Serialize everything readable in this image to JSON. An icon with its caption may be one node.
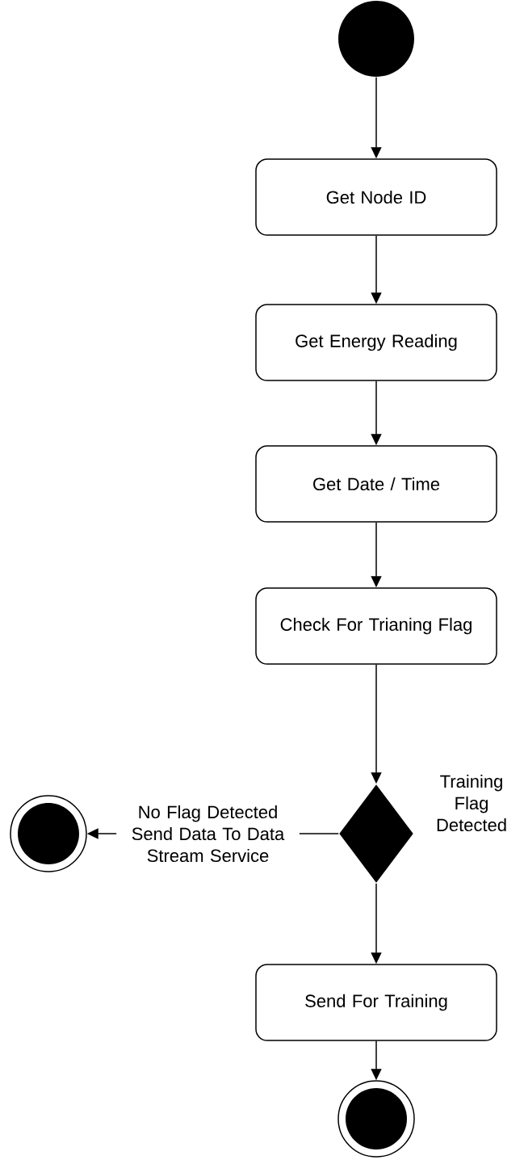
{
  "diagram": {
    "nodes": [
      {
        "text": [],
        "shape": "circle"
      },
      {
        "text": [
          "Get Node ID"
        ]
      },
      {
        "text": [
          "Get Energy Reading"
        ]
      },
      {
        "text": [
          "Get Date / Time"
        ]
      },
      {
        "text": [
          "Check For Trianing Flag"
        ]
      },
      {
        "text": [],
        "shape": "diamond",
        "beside": [
          "Training Flag Detected"
        ]
      },
      {
        "text": [],
        "shape": "circle"
      },
      {
        "text": [
          "Send For Training"
        ]
      },
      {
        "text": [],
        "shape": "circle"
      }
    ],
    "edges": [
      {
        "from": 0,
        "to": 1,
        "arrow": "to"
      },
      {
        "from": 1,
        "to": 2,
        "arrow": "to"
      },
      {
        "from": 2,
        "to": 3,
        "arrow": "to"
      },
      {
        "from": 3,
        "to": 4,
        "arrow": "to"
      },
      {
        "from": 4,
        "to": 5,
        "arrow": "to"
      },
      {
        "from": 5,
        "to": 6,
        "arrow": "to",
        "label": "No Flag Detected Send Data To Data Stream Service"
      },
      {
        "from": 5,
        "to": 7,
        "arrow": "to"
      },
      {
        "from": 7,
        "to": 8,
        "arrow": "to"
      }
    ]
  }
}
